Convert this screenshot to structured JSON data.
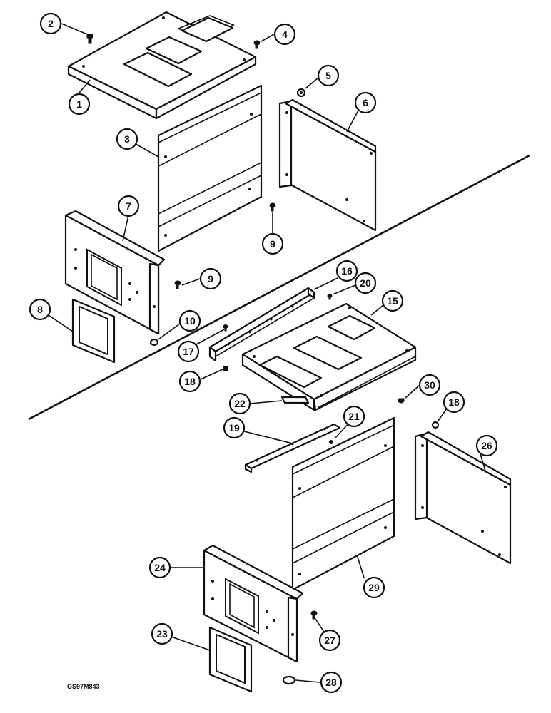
{
  "figure_code": "GS97M843",
  "callouts": [
    {
      "id": "c1",
      "label": "1"
    },
    {
      "id": "c2",
      "label": "2"
    },
    {
      "id": "c3",
      "label": "3"
    },
    {
      "id": "c4",
      "label": "4"
    },
    {
      "id": "c5",
      "label": "5"
    },
    {
      "id": "c6",
      "label": "6"
    },
    {
      "id": "c7",
      "label": "7"
    },
    {
      "id": "c8",
      "label": "8"
    },
    {
      "id": "c9a",
      "label": "9"
    },
    {
      "id": "c9b",
      "label": "9"
    },
    {
      "id": "c10",
      "label": "10"
    },
    {
      "id": "c15",
      "label": "15"
    },
    {
      "id": "c16",
      "label": "16"
    },
    {
      "id": "c17",
      "label": "17"
    },
    {
      "id": "c18a",
      "label": "18"
    },
    {
      "id": "c18b",
      "label": "18"
    },
    {
      "id": "c19",
      "label": "19"
    },
    {
      "id": "c20",
      "label": "20"
    },
    {
      "id": "c21",
      "label": "21"
    },
    {
      "id": "c22",
      "label": "22"
    },
    {
      "id": "c23",
      "label": "23"
    },
    {
      "id": "c24",
      "label": "24"
    },
    {
      "id": "c26",
      "label": "26"
    },
    {
      "id": "c27",
      "label": "27"
    },
    {
      "id": "c28",
      "label": "28"
    },
    {
      "id": "c29",
      "label": "29"
    },
    {
      "id": "c30",
      "label": "30"
    }
  ]
}
